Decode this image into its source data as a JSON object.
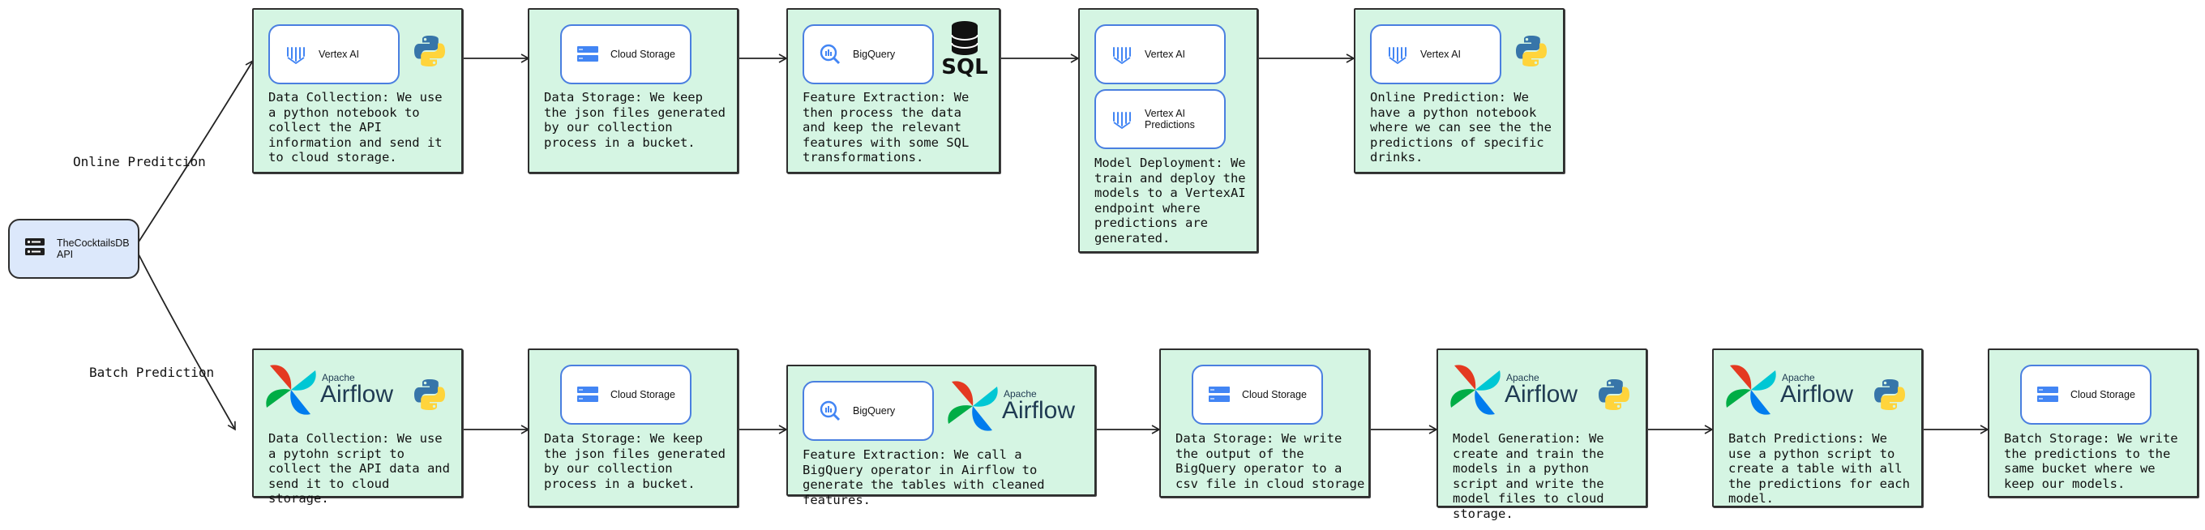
{
  "source_node": {
    "label": "TheCocktailsDB API",
    "icon": "server-icon"
  },
  "branches": {
    "online": {
      "label": "Online Preditcion"
    },
    "batch": {
      "label": "Batch Prediction"
    }
  },
  "services": {
    "vertex_ai": "Vertex AI",
    "vertex_ai_predictions": "Vertex AI Predictions",
    "cloud_storage": "Cloud Storage",
    "bigquery": "BigQuery",
    "sql": "SQL",
    "apache": "Apache",
    "airflow": "Airflow"
  },
  "online_steps": [
    {
      "text": "Data Collection: We use a python notebook to collect the API information and send it to cloud storage."
    },
    {
      "text": "Data Storage: We keep the json files generated by our collection process in a bucket."
    },
    {
      "text": "Feature Extraction: We then process the data and keep the relevant features with some SQL transformations."
    },
    {
      "text": "Model Deployment: We train and deploy the models to a VertexAI endpoint where predictions are generated."
    },
    {
      "text": "Online Prediction: We have a python notebook where we can see the the predictions of specific drinks."
    }
  ],
  "batch_steps": [
    {
      "text": "Data Collection: We use a pytohn script to collect the API data and send it to cloud storage."
    },
    {
      "text": "Data Storage: We keep the json files generated by our collection process in a bucket."
    },
    {
      "text": "Feature Extraction: We call a BigQuery operator in Airflow to generate the tables with cleaned features."
    },
    {
      "text": "Data Storage: We write the output of the BigQuery operator to a csv file in cloud storage"
    },
    {
      "text": "Model Generation: We create and train the models in a python script and write the model files to cloud storage."
    },
    {
      "text": "Batch Predictions: We use a python script to create a table with all the predictions for each model."
    },
    {
      "text": "Batch Storage: We write the predictions to the same bucket where we keep our models."
    }
  ],
  "colors": {
    "step_fill": "#d5f5e3",
    "api_fill": "#dce8fb",
    "card_border": "#4a7fe0",
    "stroke": "#2e2e2e"
  }
}
